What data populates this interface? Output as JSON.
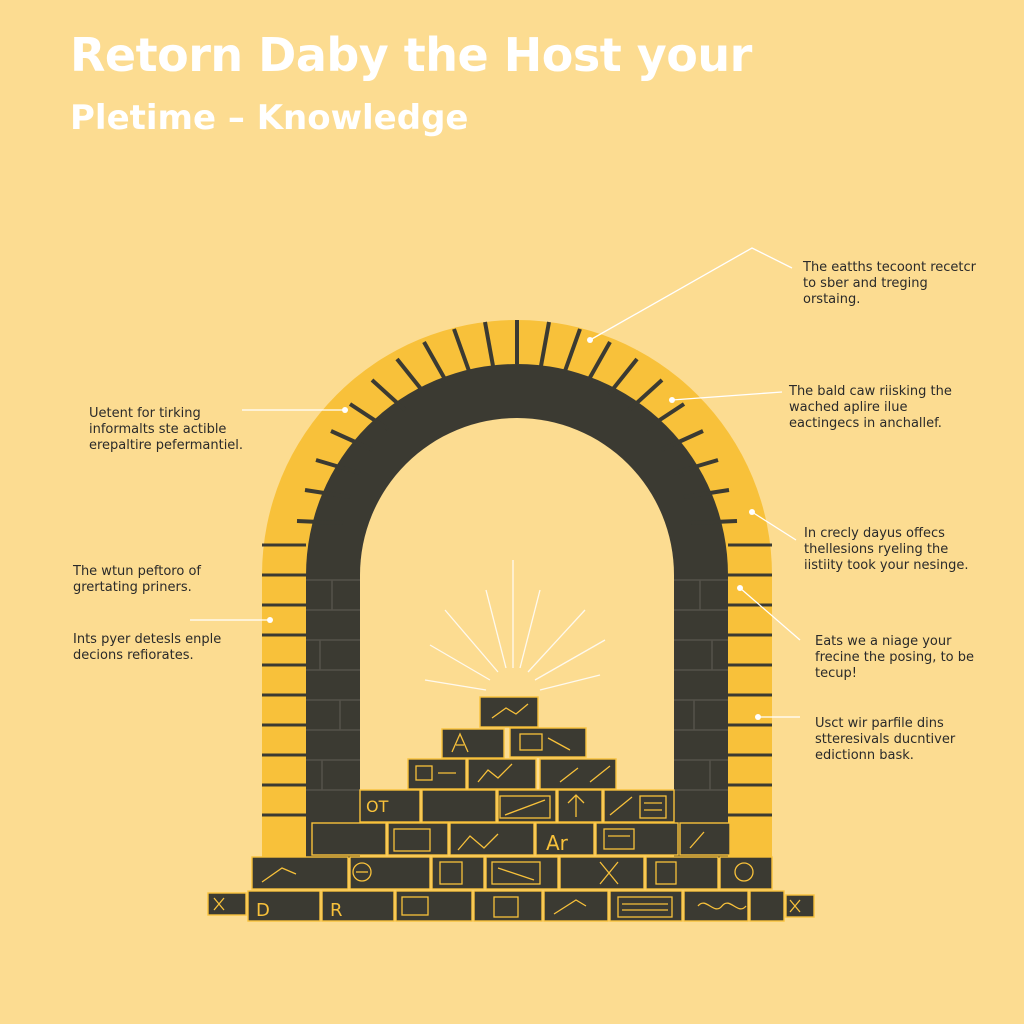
{
  "header": {
    "title": "Retorn Daby the Host your",
    "subtitle": "Pletime – Knowledge"
  },
  "annotations": [
    {
      "id": "top-right",
      "text": "The eatths tecoont recetcr to sber and treging orstaing."
    },
    {
      "id": "left-upper",
      "text": "Uetent for tirking informalts ste actible erepaltire pefermantiel."
    },
    {
      "id": "right-upper",
      "text": "The bald caw riisking the wached aplire ilue eactingecs in anchallef."
    },
    {
      "id": "right-middle",
      "text": "In crecly dayus offecs thellesions ryeling the iistiity took your nesinge."
    },
    {
      "id": "left-middle",
      "text": "The wtun peftoro of grertating priners."
    },
    {
      "id": "left-lower",
      "text": "Ints pyer detesls enple decions refiorates."
    },
    {
      "id": "right-lower",
      "text": "Eats we a niage your frecine the posing, to be tecup!"
    },
    {
      "id": "right-bottom",
      "text": "Usct wir parfile dins stteresivals ducntiver edictionn bask."
    }
  ],
  "colors": {
    "background": "#fcdc91",
    "arch_yellow": "#f8c13a",
    "arch_dark": "#3b3a32",
    "leader": "#ffffff"
  }
}
